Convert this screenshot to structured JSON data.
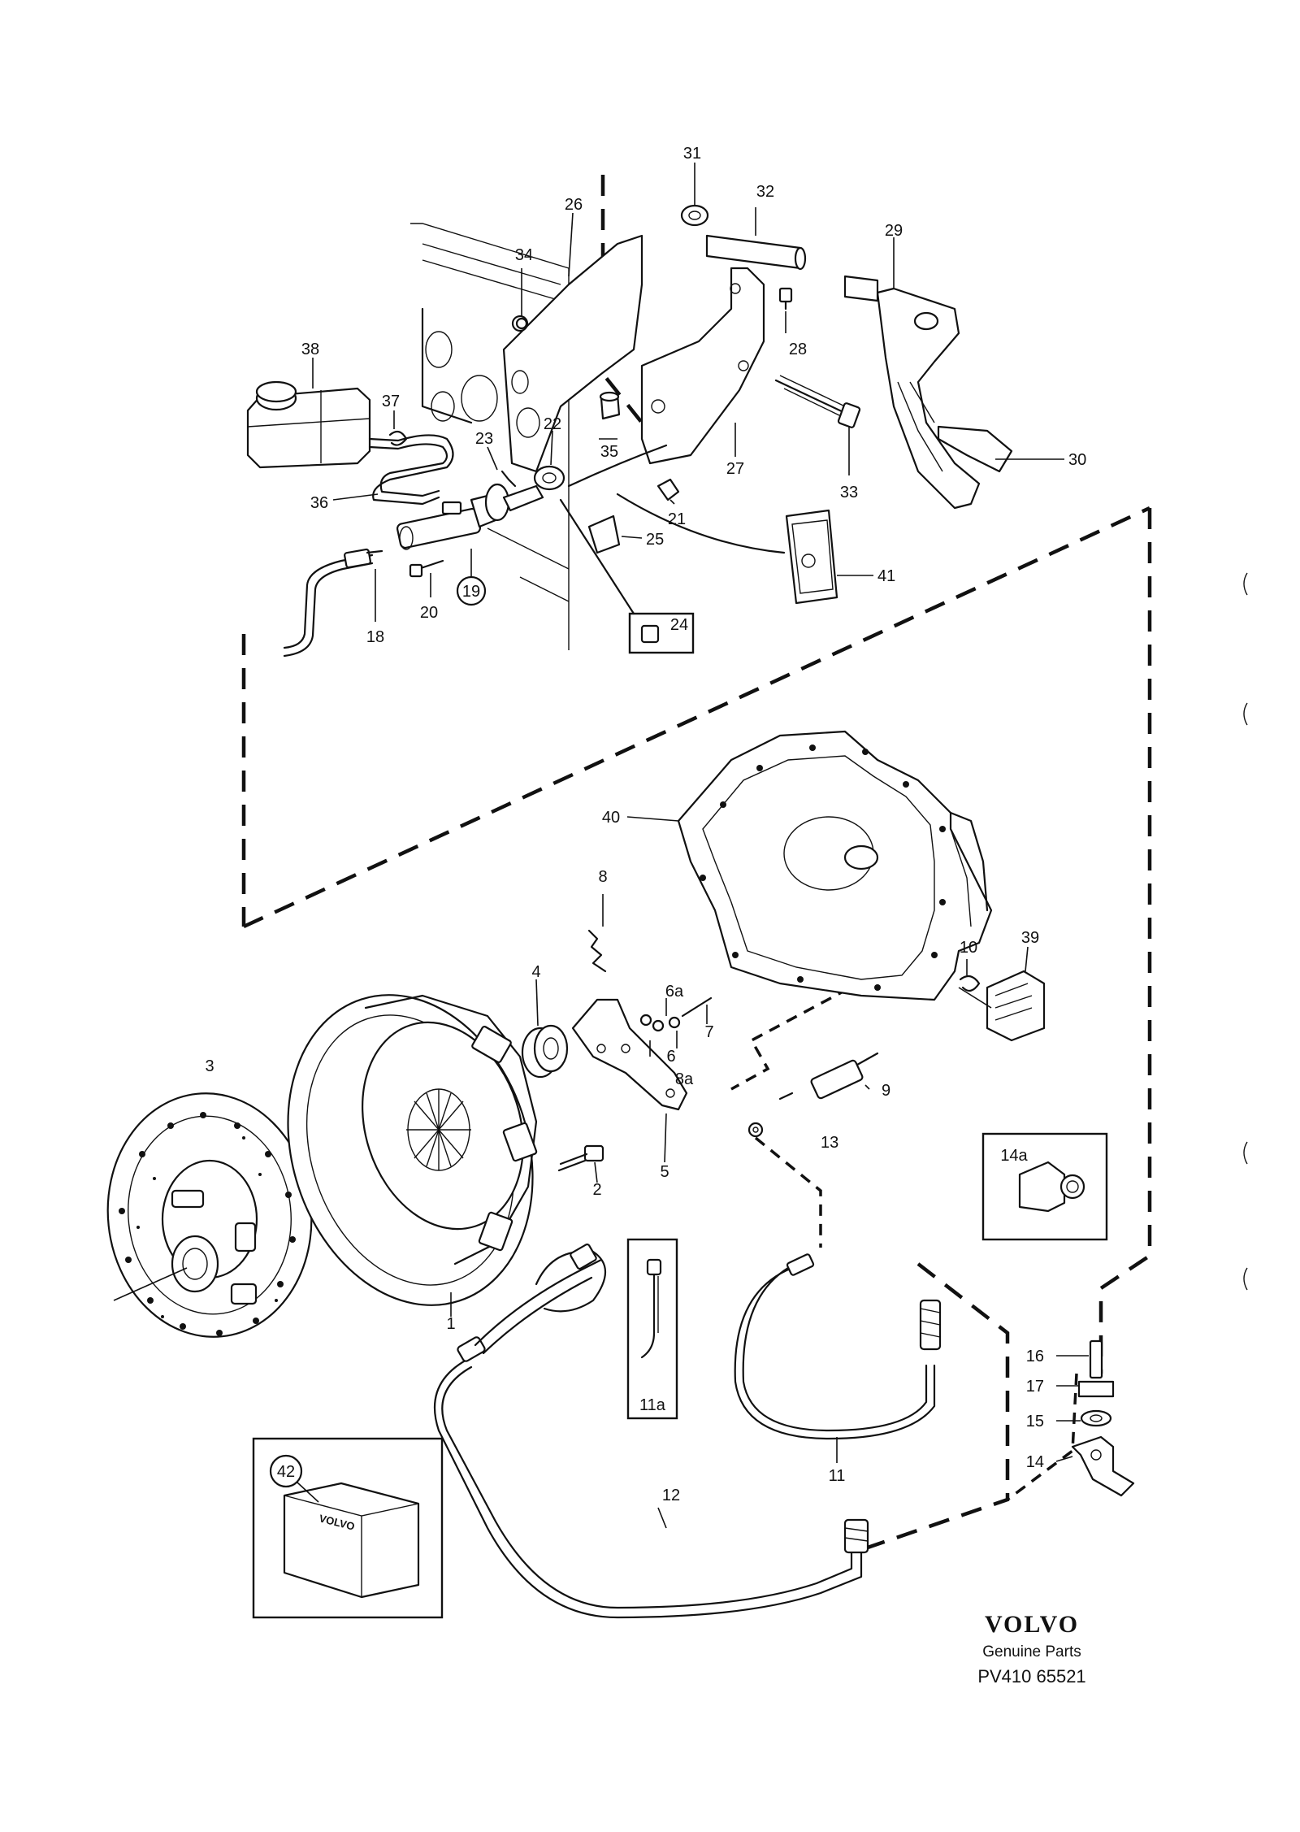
{
  "labels": {
    "l1": "1",
    "l2": "2",
    "l3": "3",
    "l4": "4",
    "l5": "5",
    "l6": "6",
    "l6a": "6a",
    "l7": "7",
    "l8": "8",
    "l8a": "8a",
    "l9": "9",
    "l10": "10",
    "l11": "11",
    "l11a": "11a",
    "l12": "12",
    "l13": "13",
    "l14": "14",
    "l14a": "14a",
    "l15": "15",
    "l16": "16",
    "l17": "17",
    "l18": "18",
    "l19": "19",
    "l20": "20",
    "l21": "21",
    "l22": "22",
    "l23": "23",
    "l24": "24",
    "l25": "25",
    "l26": "26",
    "l27": "27",
    "l28": "28",
    "l29": "29",
    "l30": "30",
    "l31": "31",
    "l32": "32",
    "l33": "33",
    "l34": "34",
    "l35": "35",
    "l36": "36",
    "l37": "37",
    "l38": "38",
    "l39": "39",
    "l40": "40",
    "l41": "41",
    "l42": "42"
  },
  "brand": {
    "logo": "VOLVO",
    "subtitle": "Genuine Parts",
    "code": "PV410 65521",
    "box_logo": "VOLVO"
  }
}
